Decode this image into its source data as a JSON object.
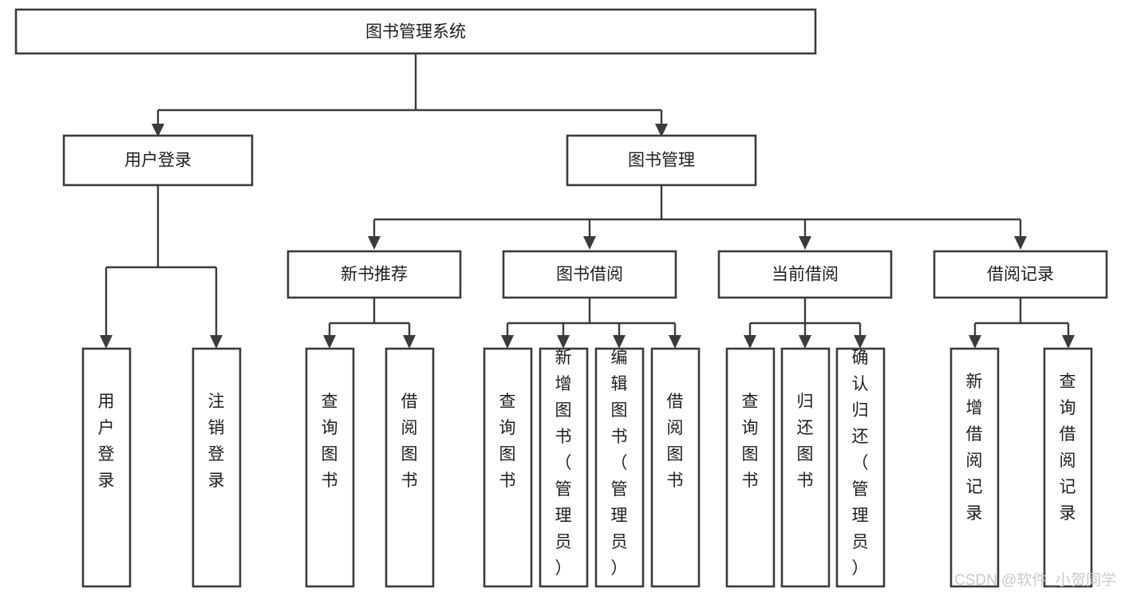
{
  "diagram": {
    "type": "tree",
    "title": "图书管理系统",
    "watermark": "CSDN @软件_小贺同学",
    "colors": {
      "box_stroke": "#3b3b3b",
      "box_fill": "#ffffff",
      "connector": "#3b3b3b",
      "text": "#1d1d1d",
      "watermark": "#c9c9c9",
      "background": "#ffffff"
    },
    "nodes": {
      "root": {
        "label": "图书管理系统"
      },
      "level2": [
        {
          "label": "用户登录"
        },
        {
          "label": "图书管理"
        }
      ],
      "level3": [
        {
          "label": "新书推荐"
        },
        {
          "label": "图书借阅"
        },
        {
          "label": "当前借阅"
        },
        {
          "label": "借阅记录"
        }
      ],
      "leaves_user_login": [
        {
          "label": "用户登录"
        },
        {
          "label": "注销登录"
        }
      ],
      "leaves_new_book": [
        {
          "label": "查询图书"
        },
        {
          "label": "借阅图书"
        }
      ],
      "leaves_book_borrow": [
        {
          "label": "查询图书"
        },
        {
          "label": "新增图书（管理员）"
        },
        {
          "label": "编辑图书（管理员）"
        },
        {
          "label": "借阅图书"
        }
      ],
      "leaves_current_borrow": [
        {
          "label": "查询图书"
        },
        {
          "label": "归还图书"
        },
        {
          "label": "确认归还（管理员）"
        }
      ],
      "leaves_borrow_record": [
        {
          "label": "新增借阅记录"
        },
        {
          "label": "查询借阅记录"
        }
      ]
    }
  }
}
